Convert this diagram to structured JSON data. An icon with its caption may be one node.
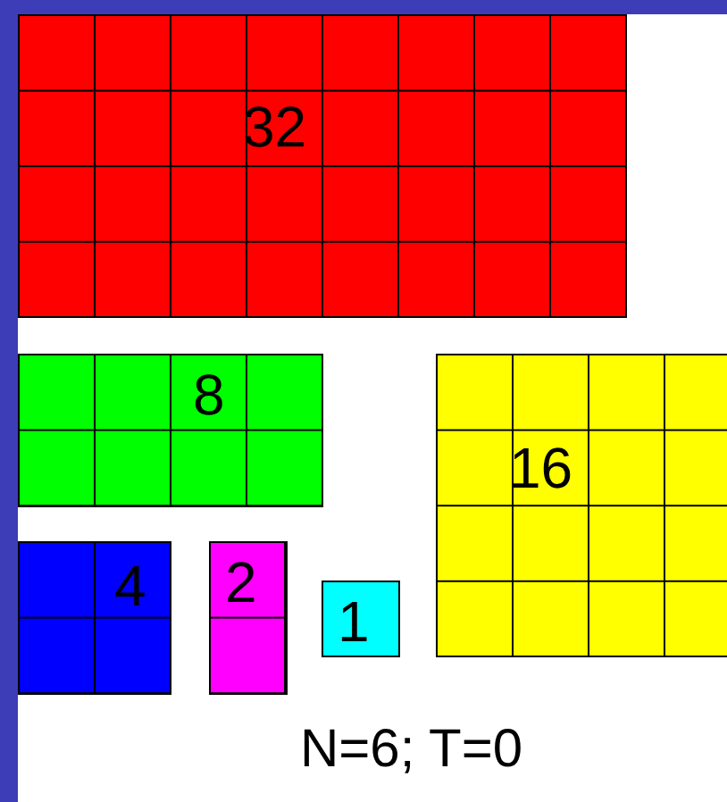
{
  "diagram": {
    "nodes": [
      {
        "text": [
          "32"
        ]
      },
      {
        "text": [
          "8"
        ]
      },
      {
        "text": [
          "16"
        ]
      },
      {
        "text": [
          "4"
        ]
      },
      {
        "text": [
          "2"
        ]
      },
      {
        "text": [
          "1"
        ]
      }
    ],
    "labels": [
      "N=6; T=0"
    ]
  }
}
